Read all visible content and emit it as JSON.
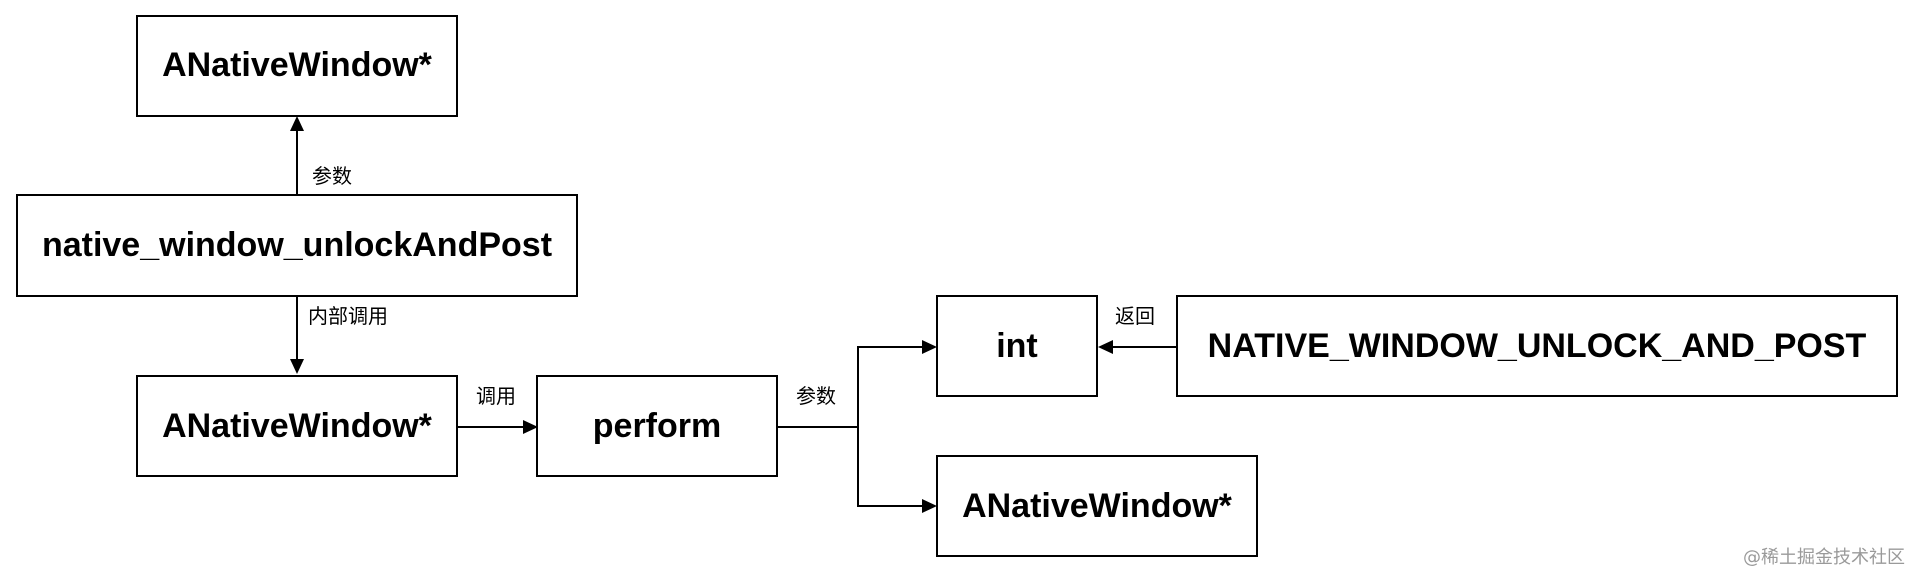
{
  "nodes": {
    "anw_top": "ANativeWindow*",
    "unlock_and_post": "native_window_unlockAndPost",
    "anw_mid": "ANativeWindow*",
    "perform": "perform",
    "int": "int",
    "native_window_unlock_and_post": "NATIVE_WINDOW_UNLOCK_AND_POST",
    "anw_bottom": "ANativeWindow*"
  },
  "edges": {
    "param_top": "参数",
    "internal_call": "内部调用",
    "call": "调用",
    "param_perform": "参数",
    "return": "返回"
  },
  "watermark": "@稀土掘金技术社区"
}
